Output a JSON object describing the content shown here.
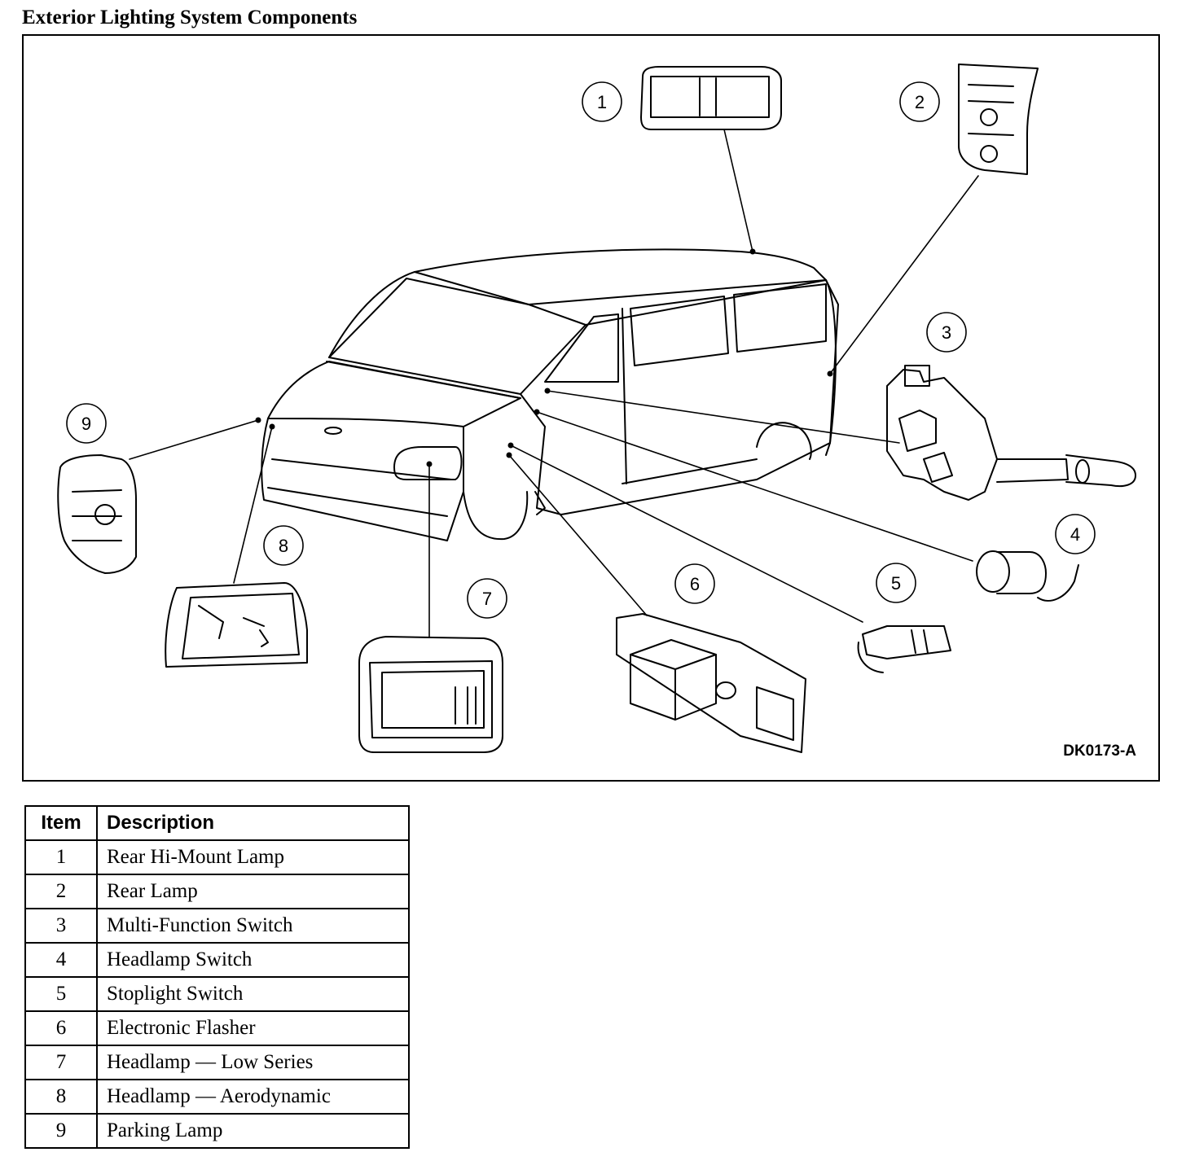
{
  "title": "Exterior Lighting System Components",
  "figure_code": "DK0173-A",
  "callouts": [
    "1",
    "2",
    "3",
    "4",
    "5",
    "6",
    "7",
    "8",
    "9"
  ],
  "table": {
    "headers": [
      "Item",
      "Description"
    ],
    "rows": [
      {
        "item": "1",
        "description": "Rear Hi-Mount Lamp"
      },
      {
        "item": "2",
        "description": "Rear Lamp"
      },
      {
        "item": "3",
        "description": "Multi-Function Switch"
      },
      {
        "item": "4",
        "description": "Headlamp Switch"
      },
      {
        "item": "5",
        "description": "Stoplight Switch"
      },
      {
        "item": "6",
        "description": "Electronic Flasher"
      },
      {
        "item": "7",
        "description": "Headlamp — Low Series"
      },
      {
        "item": "8",
        "description": "Headlamp — Aerodynamic"
      },
      {
        "item": "9",
        "description": "Parking Lamp"
      }
    ]
  }
}
